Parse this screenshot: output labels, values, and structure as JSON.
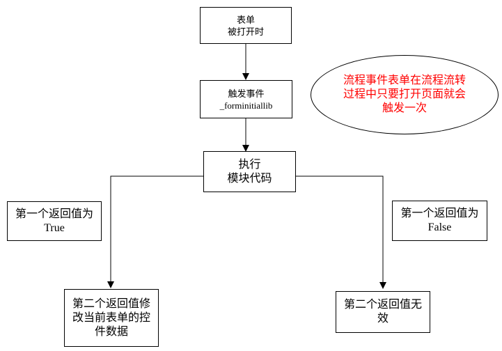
{
  "diagram": {
    "nodes": {
      "form_open": {
        "lines": [
          "表单",
          "被打开时"
        ]
      },
      "trigger_event": {
        "lines": [
          "触发事件",
          "_forminitiallib"
        ]
      },
      "execute_module": {
        "lines": [
          "执行",
          "模块代码"
        ]
      },
      "first_return_true": {
        "lines": [
          "第一个返回值为",
          "True"
        ]
      },
      "first_return_false": {
        "lines": [
          "第一个返回值为",
          "False"
        ]
      },
      "second_return_modify": {
        "lines": [
          "第二个返回值修",
          "改当前表单的控",
          "件数据"
        ]
      },
      "second_return_invalid": {
        "lines": [
          "第二个返回值无",
          "效"
        ]
      }
    },
    "note": {
      "lines": [
        "流程事件表单在流程流转",
        "过程中只要打开页面就会",
        "触发一次"
      ],
      "text_color": "#ff0000"
    },
    "colors": {
      "line": "#000000",
      "background": "#ffffff",
      "box_text": "#000000"
    }
  }
}
